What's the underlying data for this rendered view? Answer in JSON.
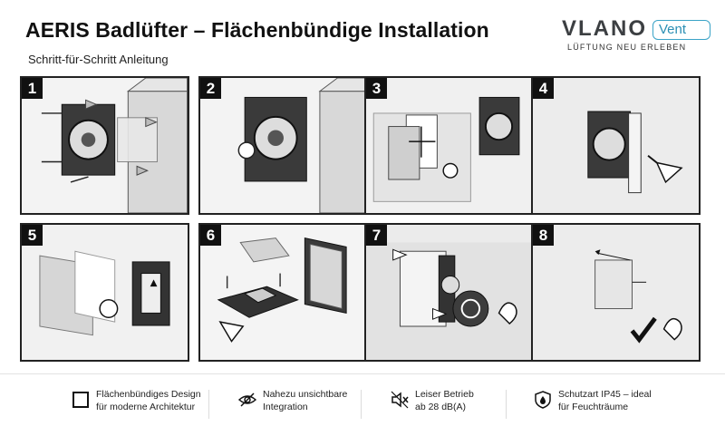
{
  "header": {
    "title": "AERIS Badlüfter – Flächenbündige Installation",
    "subtitle": "Schritt-für-Schritt Anleitung"
  },
  "logo": {
    "word": "VLANO",
    "badge": "Vent",
    "tagline": "LÜFTUNG NEU ERLEBEN",
    "accent_color": "#3aa3c7"
  },
  "steps": [
    {
      "number": "1"
    },
    {
      "number": "2"
    },
    {
      "number": "3"
    },
    {
      "number": "4"
    },
    {
      "number": "5"
    },
    {
      "number": "6"
    },
    {
      "number": "7"
    },
    {
      "number": "8"
    }
  ],
  "features": [
    {
      "icon": "square-icon",
      "line1": "Flächenbündiges Design",
      "line2": "für moderne Architektur"
    },
    {
      "icon": "eye-off-icon",
      "line1": "Nahezu unsichtbare",
      "line2": "Integration"
    },
    {
      "icon": "speaker-mute-icon",
      "line1": "Leiser Betrieb",
      "line2": "ab 28 dB(A)"
    },
    {
      "icon": "shield-drop-icon",
      "line1": "Schutzart IP45 – ideal",
      "line2": "für Feuchträume"
    }
  ]
}
